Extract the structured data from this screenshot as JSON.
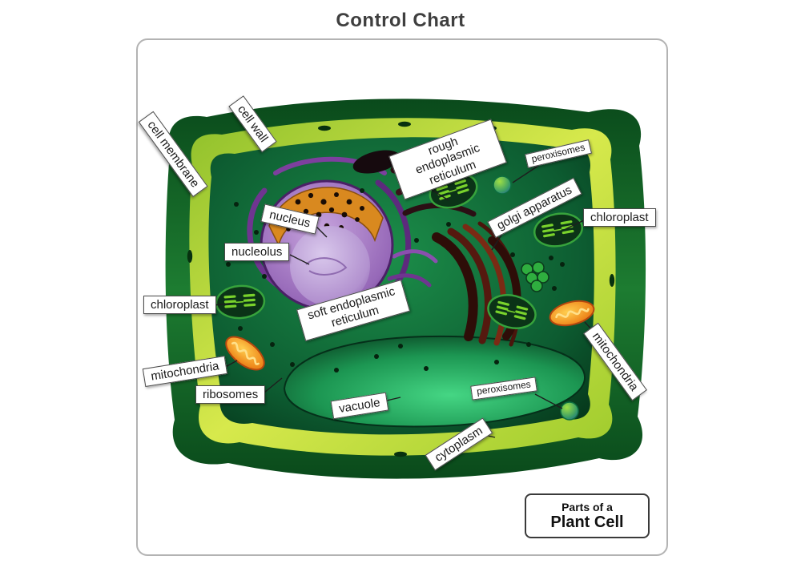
{
  "title": "Control Chart",
  "legend": {
    "line1": "Parts of a",
    "line2": "Plant Cell"
  },
  "labels": {
    "cell_wall": "cell wall",
    "cell_membrane": "cell membrane",
    "nucleus": "nucleus",
    "nucleolus": "nucleolus",
    "rough_er": "rough endoplasmic reticulum",
    "peroxisomes_top": "peroxisomes",
    "golgi_apparatus": "golgi apparatus",
    "chloroplast_right": "chloroplast",
    "soft_er": "soft endoplasmic reticulum",
    "chloroplast_left": "chloroplast",
    "mitochondria_left": "mitochondria",
    "ribosomes": "ribosomes",
    "vacuole": "vacuole",
    "peroxisomes_bottom": "peroxisomes",
    "cytoplasm": "cytoplasm",
    "mitochondria_right": "mitochondria"
  },
  "colors": {
    "cell_wall_green": "#0e5a23",
    "membrane_yellow_green": "#c3de33",
    "cytoplasm_green": "#0d5c31",
    "vacuole_green": "#27a85c",
    "nucleus_purple": "#9b6bb5",
    "nucleolus_orange": "#d9891f",
    "mitochondria_orange": "#e8731a",
    "label_border": "#4a4a4a",
    "frame_border": "#b3b3b3",
    "title_color": "#3f3f3f"
  }
}
